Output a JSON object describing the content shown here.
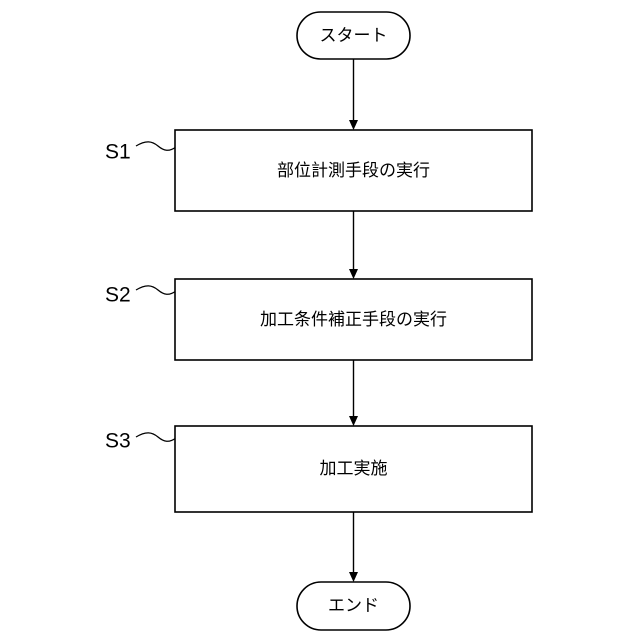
{
  "start": {
    "label": "スタート"
  },
  "end": {
    "label": "エンド"
  },
  "steps": [
    {
      "id": "S1",
      "label": "部位計測手段の実行"
    },
    {
      "id": "S2",
      "label": "加工条件補正手段の実行"
    },
    {
      "id": "S3",
      "label": "加工実施"
    }
  ]
}
